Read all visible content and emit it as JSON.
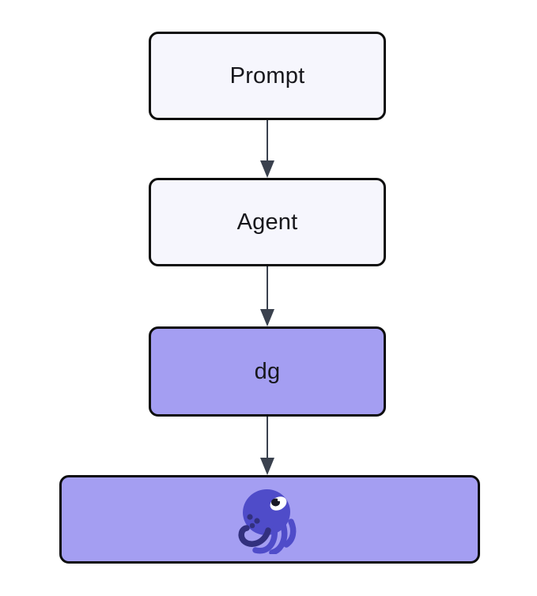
{
  "diagram": {
    "type": "flowchart",
    "direction": "top-down",
    "nodes": [
      {
        "id": "prompt",
        "label": "Prompt",
        "fill": "light"
      },
      {
        "id": "agent",
        "label": "Agent",
        "fill": "light"
      },
      {
        "id": "dg",
        "label": "dg",
        "fill": "purple"
      },
      {
        "id": "octopus",
        "label": "",
        "fill": "purple",
        "icon": "octopus-icon"
      }
    ],
    "edges": [
      {
        "from": "prompt",
        "to": "agent"
      },
      {
        "from": "agent",
        "to": "dg"
      },
      {
        "from": "dg",
        "to": "octopus"
      }
    ],
    "colors": {
      "node_light_fill": "#f6f6fd",
      "node_purple_fill": "#a49ef2",
      "node_border": "#0d0d0d",
      "node_text": "#17171c",
      "edge_color": "#3a414e",
      "octopus_primary": "#4f4cc9",
      "octopus_dark": "#32307e",
      "octopus_eye": "#ffffff",
      "octopus_pupil": "#191926"
    }
  }
}
